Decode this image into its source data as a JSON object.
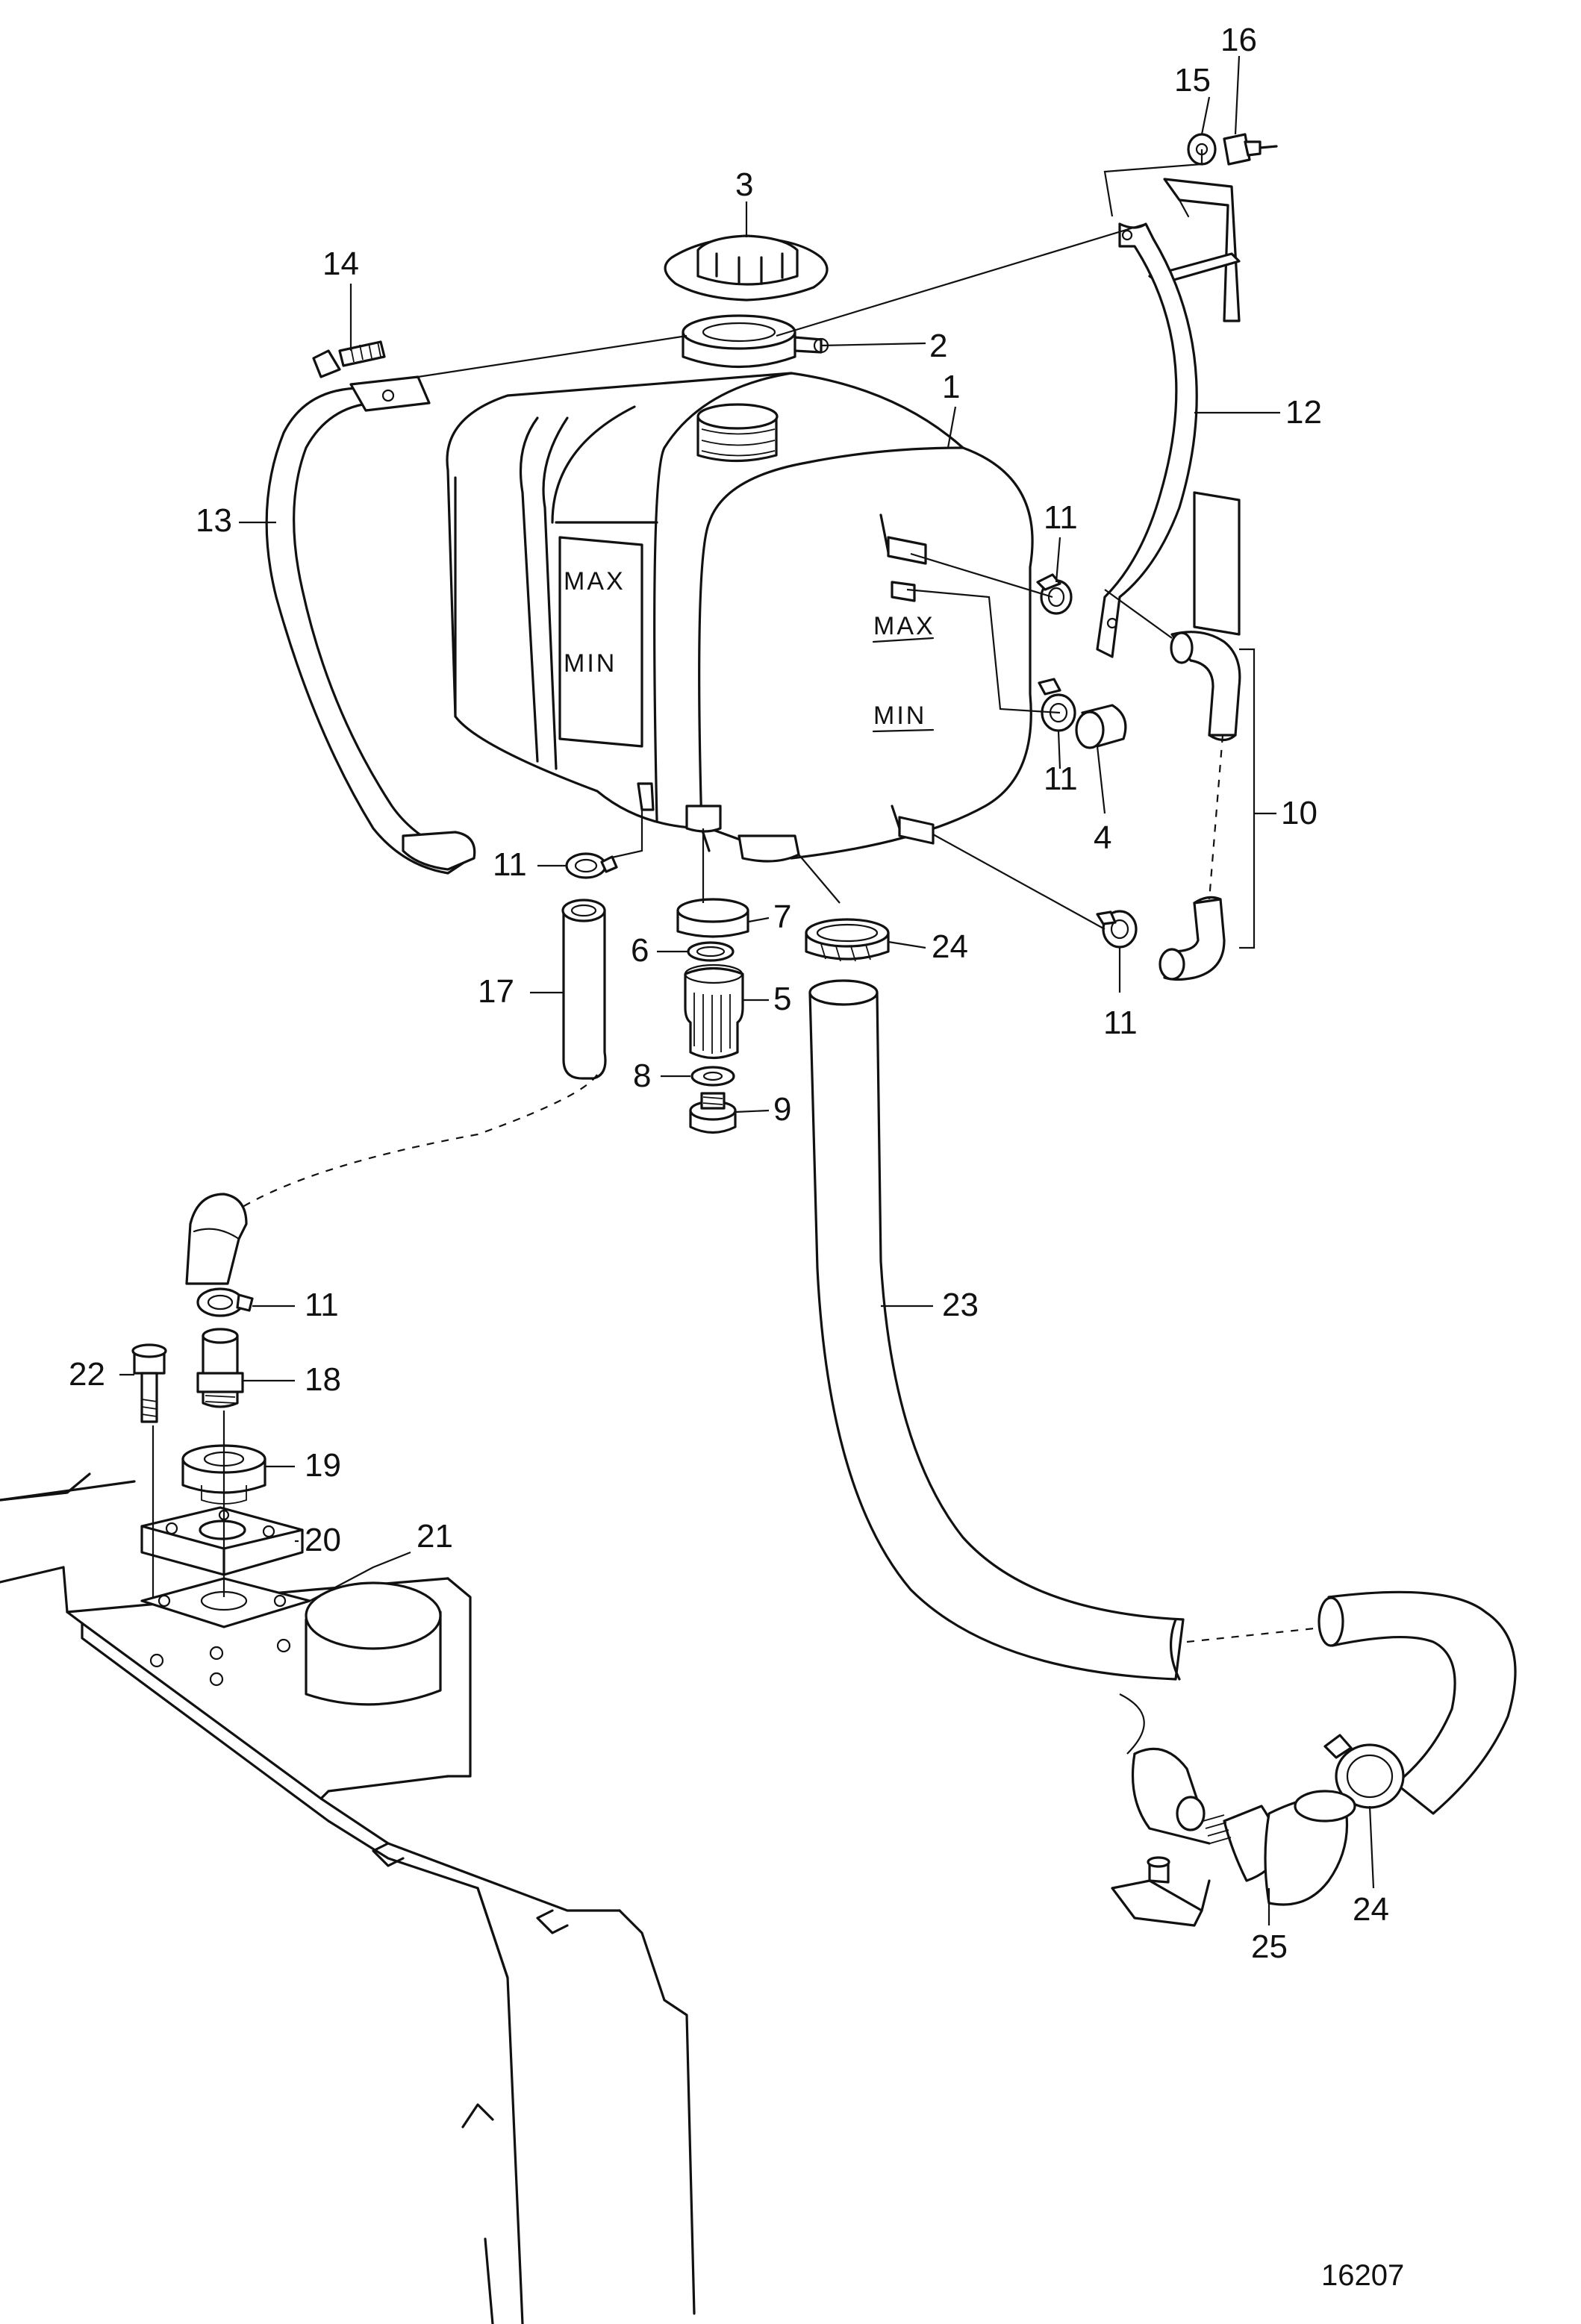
{
  "drawing": {
    "reference_number": "16207",
    "tank_markings": {
      "max": "MAX",
      "min": "MIN"
    }
  },
  "callouts": [
    {
      "id": "c1",
      "text": "1"
    },
    {
      "id": "c2",
      "text": "2"
    },
    {
      "id": "c3",
      "text": "3"
    },
    {
      "id": "c4",
      "text": "4"
    },
    {
      "id": "c5",
      "text": "5"
    },
    {
      "id": "c6",
      "text": "6"
    },
    {
      "id": "c7",
      "text": "7"
    },
    {
      "id": "c8",
      "text": "8"
    },
    {
      "id": "c9",
      "text": "9"
    },
    {
      "id": "c10",
      "text": "10"
    },
    {
      "id": "c11a",
      "text": "11"
    },
    {
      "id": "c11b",
      "text": "11"
    },
    {
      "id": "c11c",
      "text": "11"
    },
    {
      "id": "c11d",
      "text": "11"
    },
    {
      "id": "c11e",
      "text": "11"
    },
    {
      "id": "c12",
      "text": "12"
    },
    {
      "id": "c13",
      "text": "13"
    },
    {
      "id": "c14",
      "text": "14"
    },
    {
      "id": "c15",
      "text": "15"
    },
    {
      "id": "c16",
      "text": "16"
    },
    {
      "id": "c17",
      "text": "17"
    },
    {
      "id": "c18",
      "text": "18"
    },
    {
      "id": "c19",
      "text": "19"
    },
    {
      "id": "c20",
      "text": "20"
    },
    {
      "id": "c21",
      "text": "21"
    },
    {
      "id": "c22",
      "text": "22"
    },
    {
      "id": "c23",
      "text": "23"
    },
    {
      "id": "c24a",
      "text": "24"
    },
    {
      "id": "c24b",
      "text": "24"
    },
    {
      "id": "c25",
      "text": "25"
    }
  ]
}
